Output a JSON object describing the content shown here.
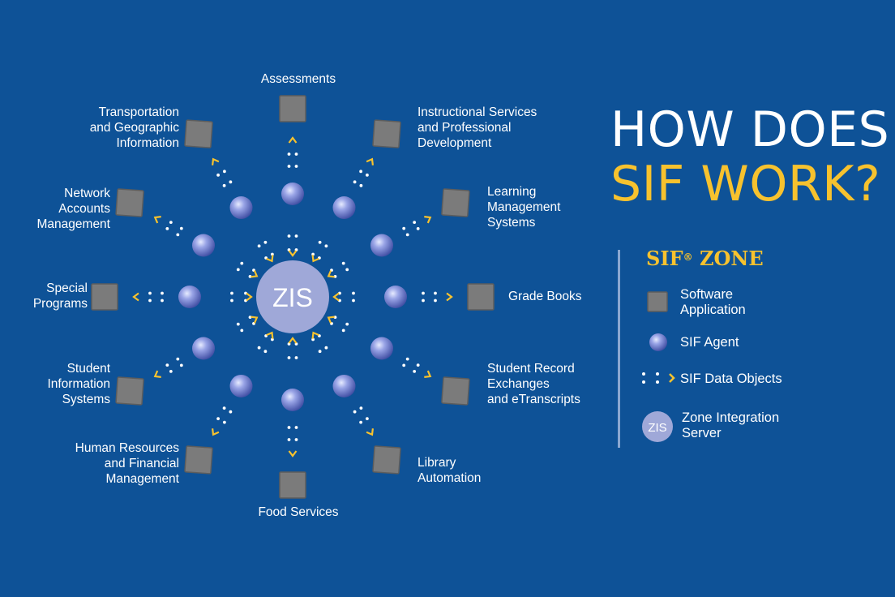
{
  "title": {
    "line1": "HOW DOES",
    "line2": "SIF WORK?"
  },
  "hub": {
    "label": "ZIS"
  },
  "spokes": [
    {
      "label": "Assessments"
    },
    {
      "label": "Instructional Services\nand Professional\nDevelopment"
    },
    {
      "label": "Learning\nManagement\nSystems"
    },
    {
      "label": "Grade Books"
    },
    {
      "label": "Student Record\nExchanges\nand eTranscripts"
    },
    {
      "label": "Library\nAutomation"
    },
    {
      "label": "Food Services"
    },
    {
      "label": "Human Resources\nand Financial\nManagement"
    },
    {
      "label": "Student\nInformation\nSystems"
    },
    {
      "label": "Special\nPrograms"
    },
    {
      "label": "Network\nAccounts\nManagement"
    },
    {
      "label": "Transportation\nand Geographic\nInformation"
    }
  ],
  "legend": {
    "title": "SIF",
    "title_mark": "®",
    "title_suffix": "ZONE",
    "items": [
      {
        "icon": "software-application-icon",
        "label": "Software\nApplication"
      },
      {
        "icon": "sif-agent-icon",
        "label": "SIF Agent"
      },
      {
        "icon": "data-objects-icon",
        "label": "SIF Data Objects"
      },
      {
        "icon": "zis-icon",
        "icon_text": "ZIS",
        "label": "Zone Integration\nServer"
      }
    ]
  },
  "colors": {
    "background": "#0e5297",
    "accent": "#f7c22e",
    "hub": "#9fa8d8",
    "app": "#7b7b7b",
    "text": "#ffffff"
  }
}
